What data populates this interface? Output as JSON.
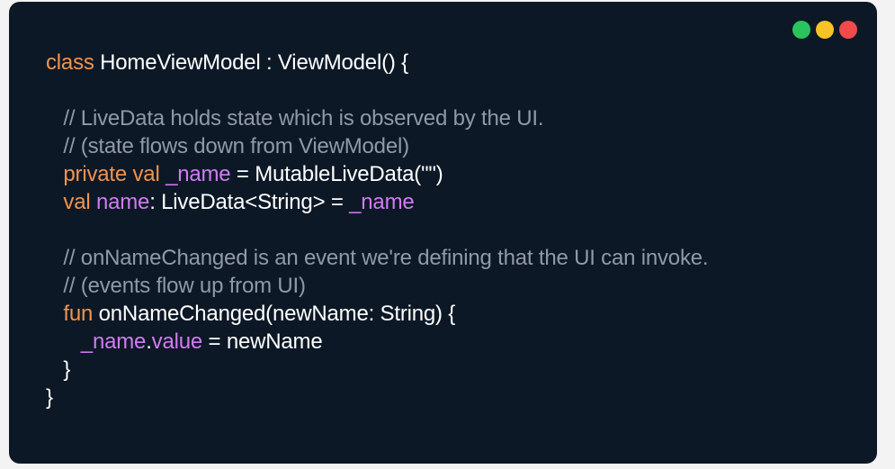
{
  "colors": {
    "background": "#0d1826",
    "default": "#ffffff",
    "keyword": "#f0944d",
    "property": "#d07cf2",
    "comment": "#8f9aa6",
    "dot_green": "#2ac45e",
    "dot_yellow": "#f7c325",
    "dot_red": "#f04a4a"
  },
  "window_controls": [
    "green-dot",
    "yellow-dot",
    "red-dot"
  ],
  "code_lines": [
    [
      {
        "t": "class ",
        "c": "keyword"
      },
      {
        "t": "HomeViewModel : ViewModel() {",
        "c": "default"
      }
    ],
    [],
    [
      {
        "t": "   // LiveData holds state which is observed by the UI.",
        "c": "comment"
      }
    ],
    [
      {
        "t": "   // (state flows down from ViewModel)",
        "c": "comment"
      }
    ],
    [
      {
        "t": "   private val ",
        "c": "keyword"
      },
      {
        "t": "_name",
        "c": "property"
      },
      {
        "t": " = MutableLiveData(\"\")",
        "c": "default"
      }
    ],
    [
      {
        "t": "   val ",
        "c": "keyword"
      },
      {
        "t": "name",
        "c": "property"
      },
      {
        "t": ": LiveData<String> = ",
        "c": "default"
      },
      {
        "t": "_name",
        "c": "property"
      }
    ],
    [],
    [
      {
        "t": "   // onNameChanged is an event we're defining that the UI can invoke.",
        "c": "comment"
      }
    ],
    [
      {
        "t": "   // (events flow up from UI)",
        "c": "comment"
      }
    ],
    [
      {
        "t": "   fun ",
        "c": "keyword"
      },
      {
        "t": "onNameChanged(newName: String) {",
        "c": "default"
      }
    ],
    [
      {
        "t": "      _name",
        "c": "property"
      },
      {
        "t": ".",
        "c": "default"
      },
      {
        "t": "value",
        "c": "property"
      },
      {
        "t": " = newName",
        "c": "default"
      }
    ],
    [
      {
        "t": "   }",
        "c": "default"
      }
    ],
    [
      {
        "t": "}",
        "c": "default"
      }
    ]
  ]
}
